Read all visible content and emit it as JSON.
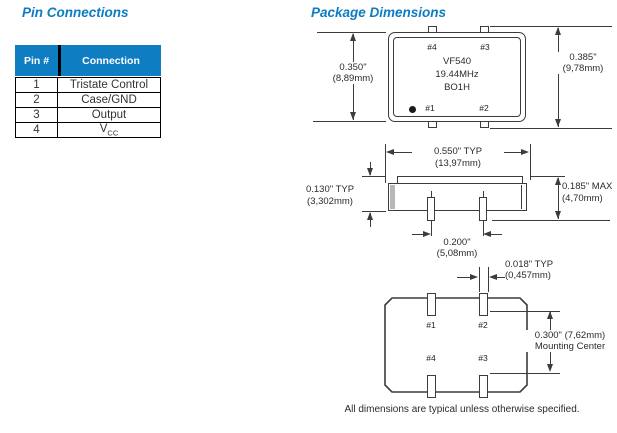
{
  "colors": {
    "accent": "#0d7cc1",
    "table_header_bg": "#0e7dc2",
    "line": "#3c3c3c"
  },
  "pin_connections": {
    "title": "Pin Connections",
    "headers": {
      "pin": "Pin #",
      "connection": "Connection"
    },
    "rows": [
      {
        "pin": "1",
        "connection": "Tristate Control"
      },
      {
        "pin": "2",
        "connection": "Case/GND"
      },
      {
        "pin": "3",
        "connection": "Output"
      },
      {
        "pin": "4",
        "connection": "V",
        "connection_sub": "CC"
      }
    ]
  },
  "package_dimensions": {
    "title": "Package Dimensions",
    "top_view": {
      "model": "VF540",
      "frequency": "19.44MHz",
      "code": "BO1H",
      "pin1": "#1",
      "pin2": "#2",
      "pin3": "#3",
      "pin4": "#4",
      "height_inner": {
        "inches": "0.350\"",
        "mm": "(8,89mm)"
      },
      "height_overall": {
        "inches": "0.385\"",
        "mm": "(9,78mm)"
      }
    },
    "side_view": {
      "width": {
        "inches": "0.550\" TYP",
        "mm": "(13,97mm)"
      },
      "base_height": {
        "inches": "0.130\" TYP",
        "mm": "(3,302mm)"
      },
      "max_height": {
        "inches": "0.185\" MAX",
        "mm": "(4,70mm)"
      },
      "pin_spacing": {
        "inches": "0.200\"",
        "mm": "(5,08mm)"
      }
    },
    "bottom_view": {
      "pin1": "#1",
      "pin2": "#2",
      "pin3": "#3",
      "pin4": "#4",
      "pin_width": {
        "inches": "0.018\" TYP",
        "mm": "(0,457mm)"
      },
      "mounting_center": {
        "value": "0.300\" (7,62mm)",
        "label": "Mounting Center"
      }
    },
    "note": "All dimensions are typical unless otherwise specified."
  }
}
